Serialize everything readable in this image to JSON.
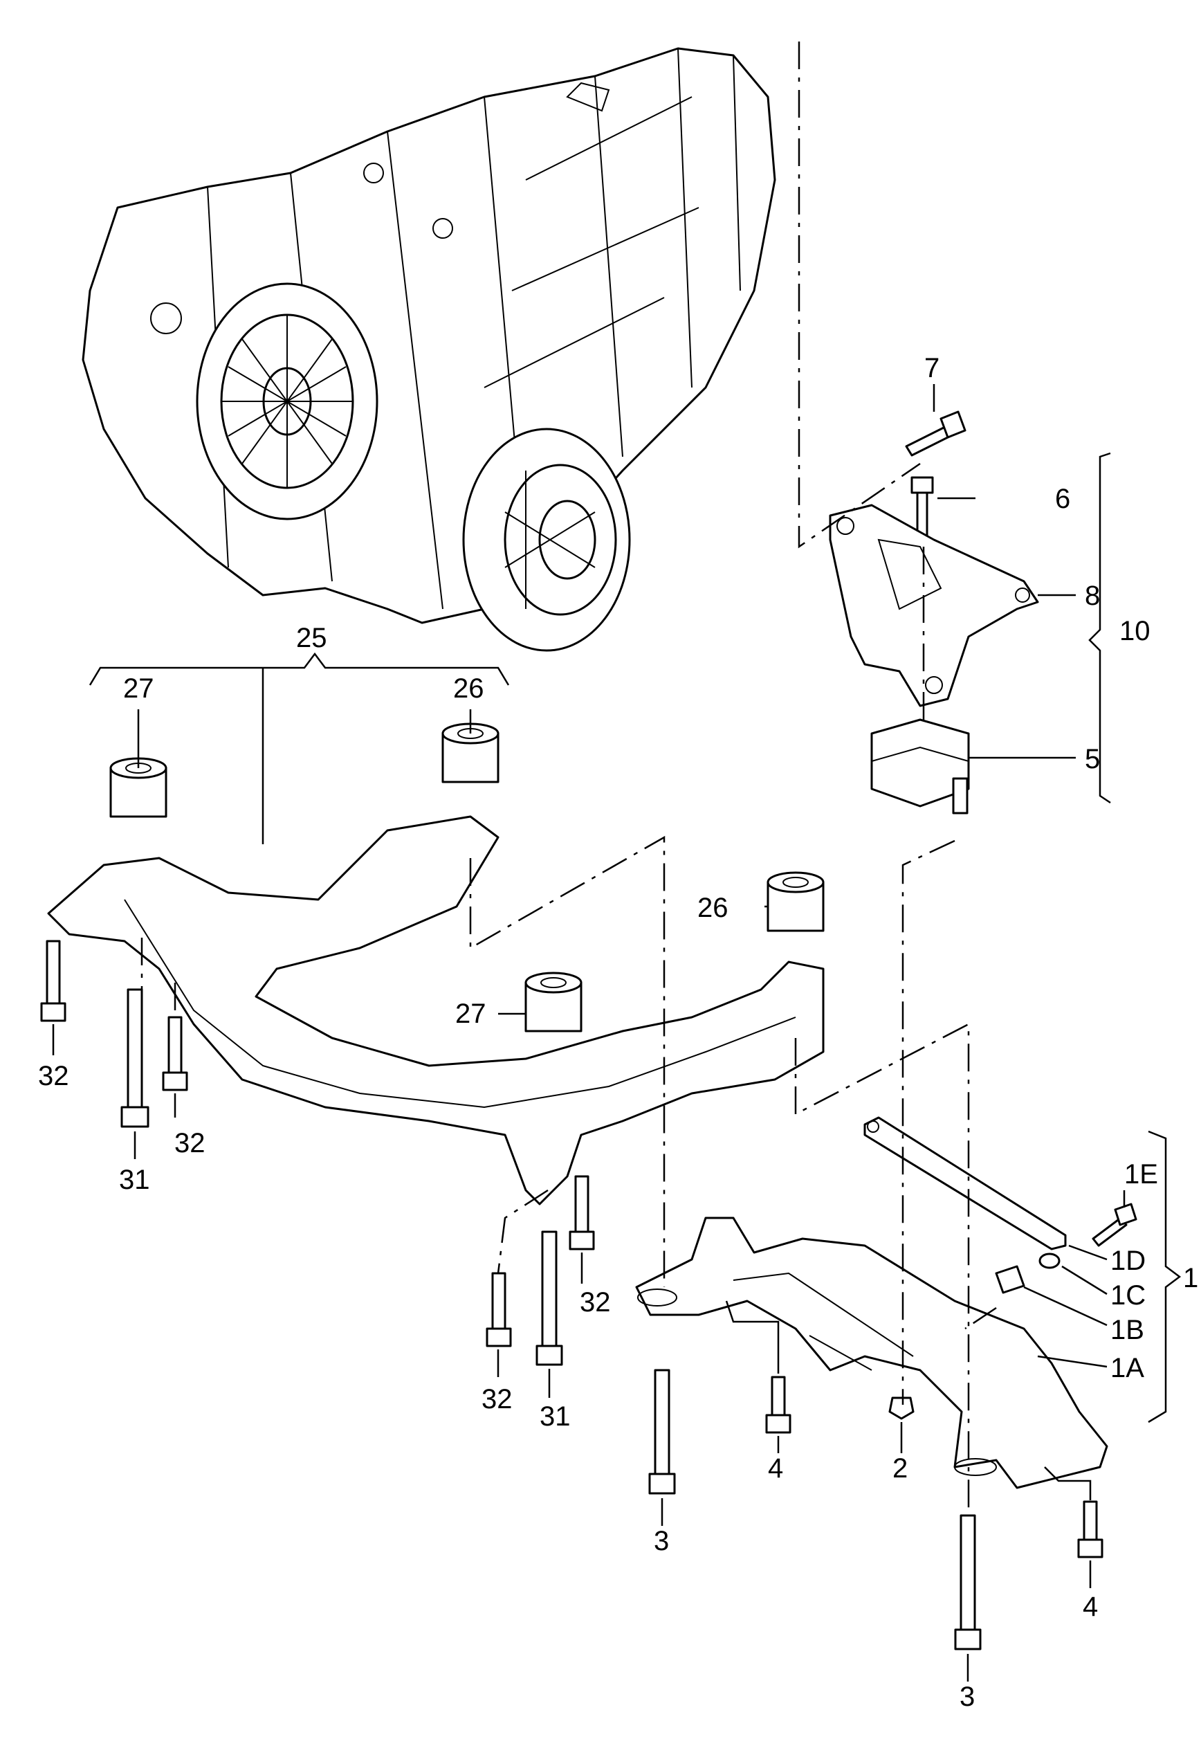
{
  "labels": {
    "l1": "1",
    "l1a": "1A",
    "l1b": "1B",
    "l1c": "1C",
    "l1d": "1D",
    "l1e": "1E",
    "l2": "2",
    "l3a": "3",
    "l3b": "3",
    "l4a": "4",
    "l4b": "4",
    "l5": "5",
    "l6": "6",
    "l7": "7",
    "l8": "8",
    "l10": "10",
    "l25": "25",
    "l26a": "26",
    "l26b": "26",
    "l27a": "27",
    "l27b": "27",
    "l31a": "31",
    "l31b": "31",
    "l32a": "32",
    "l32b": "32",
    "l32c": "32",
    "l32d": "32"
  }
}
